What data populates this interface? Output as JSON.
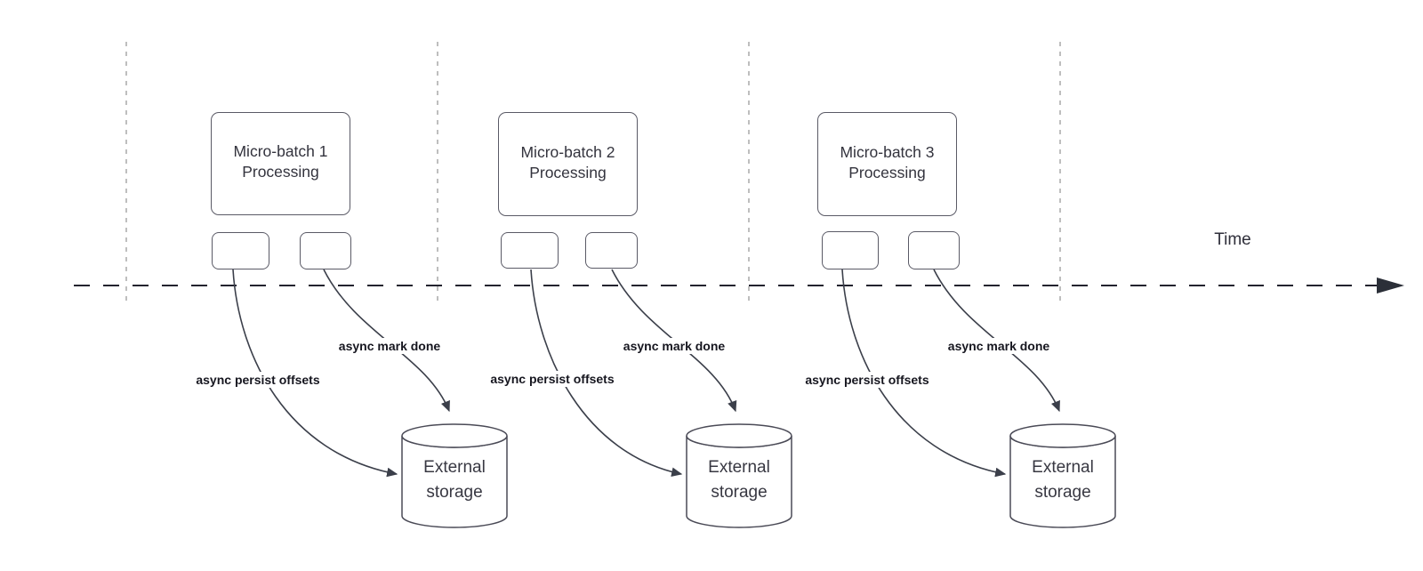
{
  "colors": {
    "shape_stroke": "#5a5a66",
    "arrow_stroke": "#3b3f4a",
    "axis_stroke": "#23232e",
    "guide_stroke": "#a8a8a8",
    "shape_text": "#33333d",
    "annotation_text": "#16161f"
  },
  "time_axis": {
    "label": "Time"
  },
  "groups": [
    {
      "processing_line1": "Micro-batch 1",
      "processing_line2": "Processing",
      "persist_label": "async persist offsets",
      "done_label": "async mark done",
      "storage_line1": "External",
      "storage_line2": "storage"
    },
    {
      "processing_line1": "Micro-batch 2",
      "processing_line2": "Processing",
      "persist_label": "async persist offsets",
      "done_label": "async mark done",
      "storage_line1": "External",
      "storage_line2": "storage"
    },
    {
      "processing_line1": "Micro-batch 3",
      "processing_line2": "Processing",
      "persist_label": "async persist offsets",
      "done_label": "async mark done",
      "storage_line1": "External",
      "storage_line2": "storage"
    }
  ]
}
